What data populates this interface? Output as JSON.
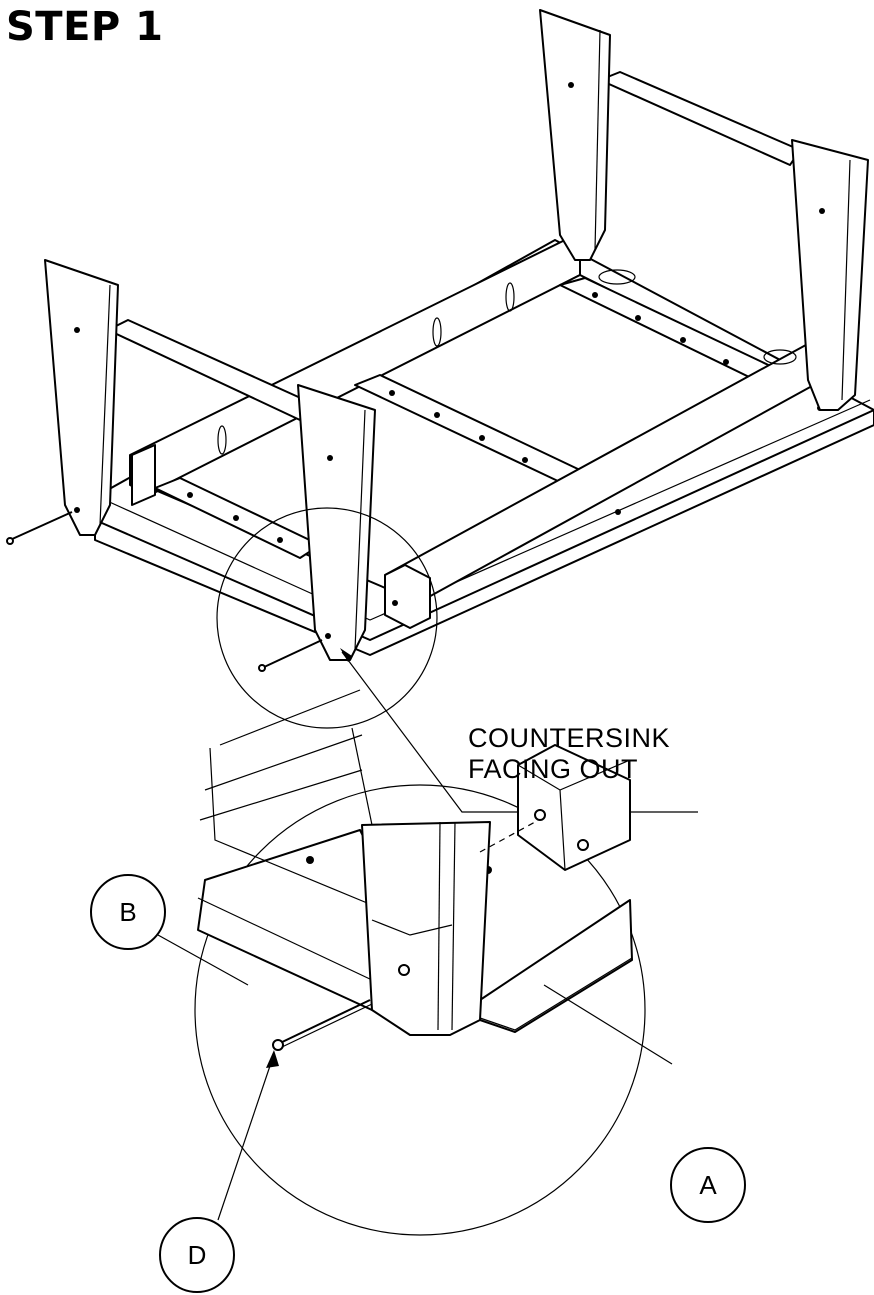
{
  "step_title": "STEP 1",
  "callout": {
    "line1": "COUNTERSINK",
    "line2": "FACING OUT"
  },
  "labels": {
    "a": "A",
    "b": "B",
    "d": "D"
  },
  "colors": {
    "line": "#000000",
    "background": "#ffffff"
  }
}
